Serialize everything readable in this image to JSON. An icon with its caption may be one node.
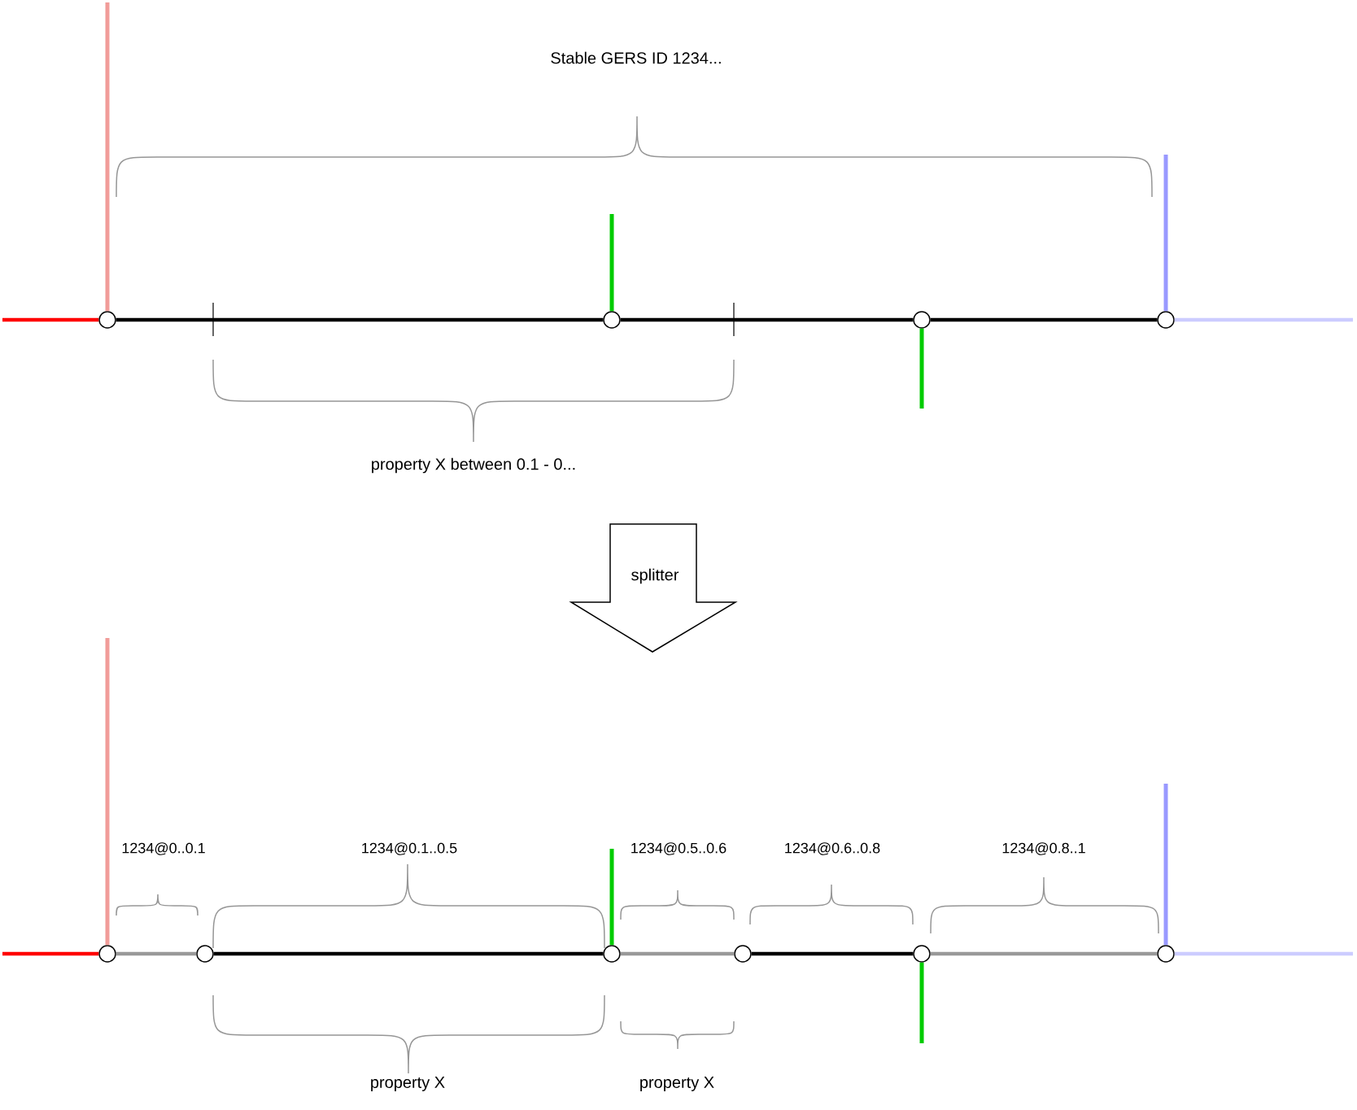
{
  "diagram": {
    "nodes": [
      {
        "text": [],
        "shape": "circle"
      },
      {
        "text": [],
        "shape": "circle"
      },
      {
        "text": [],
        "shape": "circle"
      },
      {
        "text": [],
        "shape": "circle"
      },
      {
        "text": [
          "splitter"
        ]
      },
      {
        "text": [],
        "shape": "circle"
      },
      {
        "text": [],
        "shape": "circle"
      },
      {
        "text": [],
        "shape": "circle"
      },
      {
        "text": [],
        "shape": "circle"
      },
      {
        "text": [],
        "shape": "circle"
      },
      {
        "text": [],
        "shape": "circle"
      }
    ],
    "edges": [
      {
        "from": null,
        "to": 0,
        "arrow": "none",
        "color": "#ff0000"
      },
      {
        "from": 0,
        "to": 1,
        "arrow": "none"
      },
      {
        "from": 1,
        "to": 2,
        "arrow": "none"
      },
      {
        "from": 2,
        "to": 3,
        "arrow": "none"
      },
      {
        "from": 3,
        "to": null,
        "arrow": "none",
        "color": "#ccccff"
      },
      {
        "from": null,
        "to": 0,
        "arrow": "none",
        "color": "#f19c99"
      },
      {
        "from": null,
        "to": 1,
        "arrow": "none",
        "color": "#00cc00"
      },
      {
        "from": 2,
        "to": null,
        "arrow": "none",
        "color": "#00cc00"
      },
      {
        "from": null,
        "to": 3,
        "arrow": "none",
        "color": "#9999ff"
      },
      {
        "from": null,
        "to": 5,
        "arrow": "none",
        "color": "#ff0000"
      },
      {
        "from": 5,
        "to": 6,
        "arrow": "none",
        "color": "#999999"
      },
      {
        "from": 6,
        "to": 7,
        "arrow": "none"
      },
      {
        "from": 7,
        "to": 8,
        "arrow": "none",
        "color": "#999999"
      },
      {
        "from": 8,
        "to": 9,
        "arrow": "none"
      },
      {
        "from": 9,
        "to": 10,
        "arrow": "none",
        "color": "#999999"
      },
      {
        "from": 10,
        "to": null,
        "arrow": "none",
        "color": "#ccccff"
      },
      {
        "from": null,
        "to": 5,
        "arrow": "none",
        "color": "#f19c99"
      },
      {
        "from": null,
        "to": 7,
        "arrow": "none",
        "color": "#00cc00"
      },
      {
        "from": 9,
        "to": null,
        "arrow": "none",
        "color": "#00cc00"
      },
      {
        "from": null,
        "to": 10,
        "arrow": "none",
        "color": "#9999ff"
      }
    ],
    "labels": [
      "Stable GERS ID 1234...",
      "property X between 0.1 - 0...",
      "1234@0..0.1",
      "1234@0.1..0.5",
      "1234@0.5..0.6",
      "1234@0.6..0.8",
      "1234@0.8..1",
      "property X",
      "property X"
    ]
  }
}
